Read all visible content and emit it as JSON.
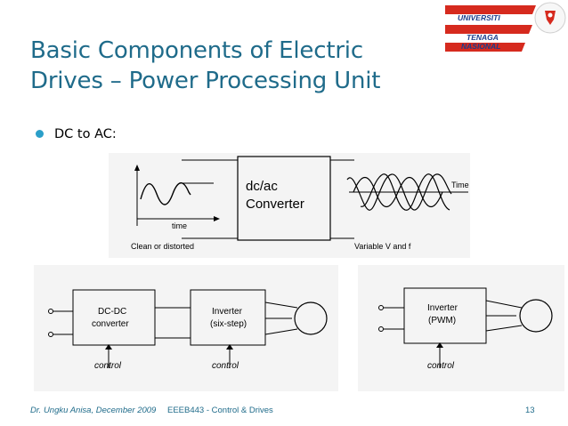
{
  "logo": {
    "line1": "UNIVERSITI",
    "line2": "TENAGA",
    "line3": "NASIONAL"
  },
  "title": {
    "line1": "Basic Components of Electric",
    "line2": "Drives – Power Processing Unit"
  },
  "bullet": {
    "text": "DC to AC:"
  },
  "top_diagram": {
    "converter_label_1": "dc/ac",
    "converter_label_2": "Converter",
    "input_axis_label": "time",
    "input_caption": "Clean or distorted",
    "output_axis_label": "Time",
    "output_caption": "Variable V and f"
  },
  "left_diagram": {
    "block1_line1": "DC-DC",
    "block1_line2": "converter",
    "block2_line1": "Inverter",
    "block2_line2": "(six-step)",
    "control1": "control",
    "control2": "control"
  },
  "right_diagram": {
    "block_line1": "Inverter",
    "block_line2": "(PWM)",
    "control": "control"
  },
  "footer": {
    "author": "Dr. Ungku Anisa, December 2009",
    "course": "EEEB443 - Control & Drives",
    "page": "13"
  },
  "colors": {
    "title": "#1f6b8a",
    "bullet": "#2b9fc9",
    "logo_red": "#d62a1e",
    "logo_blue": "#1d3e8c"
  }
}
